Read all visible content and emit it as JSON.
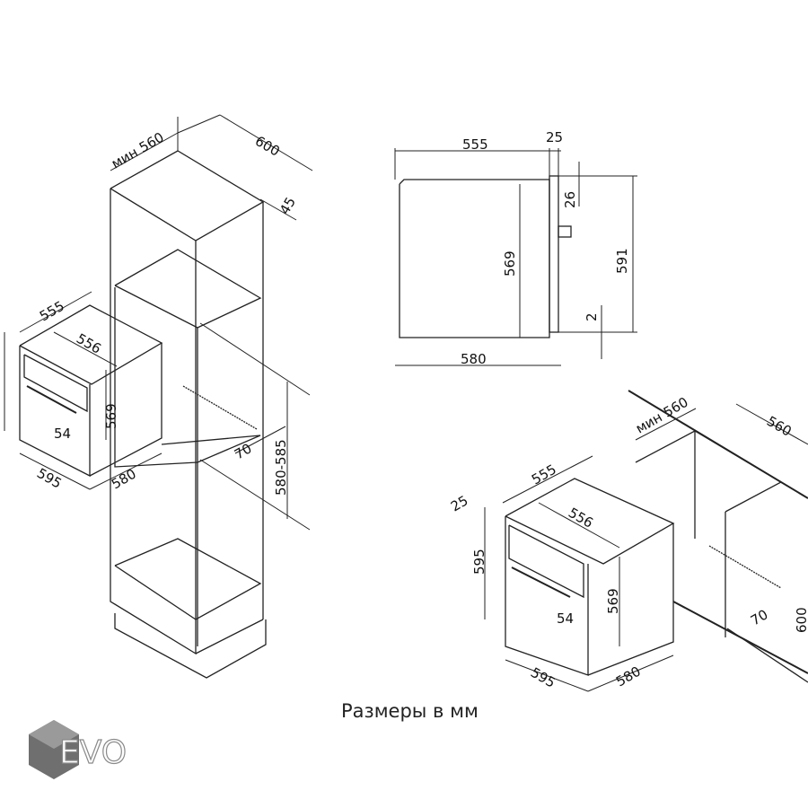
{
  "caption": "Размеры в мм",
  "logo": {
    "text": "EVO",
    "color": "#7a7a7a"
  },
  "column_view": {
    "labels": {
      "niche_width": "мин 560",
      "depth": "600",
      "back_gap": "45",
      "oven_depth_top": "555",
      "inner_width": "556",
      "inner_height": "569",
      "handle": "54",
      "width": "595",
      "depth_bottom": "580",
      "vent": "70",
      "niche_height": "580-585"
    }
  },
  "side_view": {
    "labels": {
      "body_depth": "555",
      "panel": "25",
      "top_offset": "26",
      "body_height": "569",
      "total_height": "591",
      "bottom_offset": "2",
      "total_depth": "580"
    }
  },
  "under_counter_view": {
    "labels": {
      "niche_width": "мин 560",
      "depth": "560",
      "oven_depth_top": "555",
      "inner_width": "556",
      "panel": "25",
      "height": "595",
      "inner_height": "569",
      "handle": "54",
      "width": "595",
      "depth_bottom": "580",
      "vent": "70",
      "niche_height": "600"
    }
  }
}
